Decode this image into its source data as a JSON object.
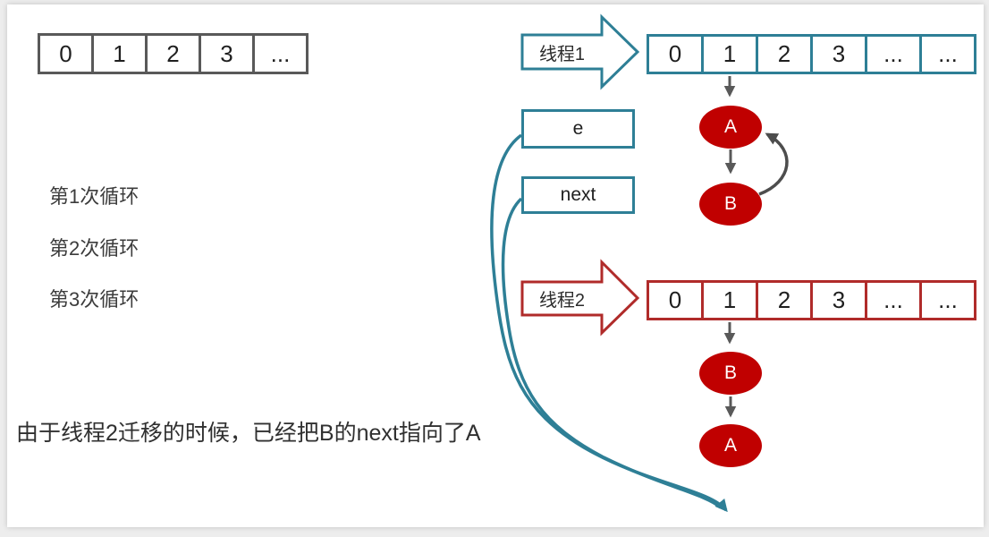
{
  "colors": {
    "teal": "#2e7f96",
    "red_stroke": "#b02b2a",
    "node_red": "#c00000",
    "gray": "#595959"
  },
  "gray_array": {
    "cells": [
      "0",
      "1",
      "2",
      "3",
      "..."
    ]
  },
  "thread1": {
    "label": "线程1",
    "array": {
      "cells": [
        "0",
        "1",
        "2",
        "3",
        "...",
        "..."
      ]
    },
    "chain": [
      "A",
      "B"
    ]
  },
  "thread2": {
    "label": "线程2",
    "array": {
      "cells": [
        "0",
        "1",
        "2",
        "3",
        "...",
        "..."
      ]
    },
    "chain": [
      "B",
      "A"
    ]
  },
  "pointers": {
    "e_label": "e",
    "next_label": "next"
  },
  "loop_labels": [
    "第1次循环",
    "第2次循环",
    "第3次循环"
  ],
  "caption": "由于线程2迁移的时候，已经把B的next指向了A"
}
